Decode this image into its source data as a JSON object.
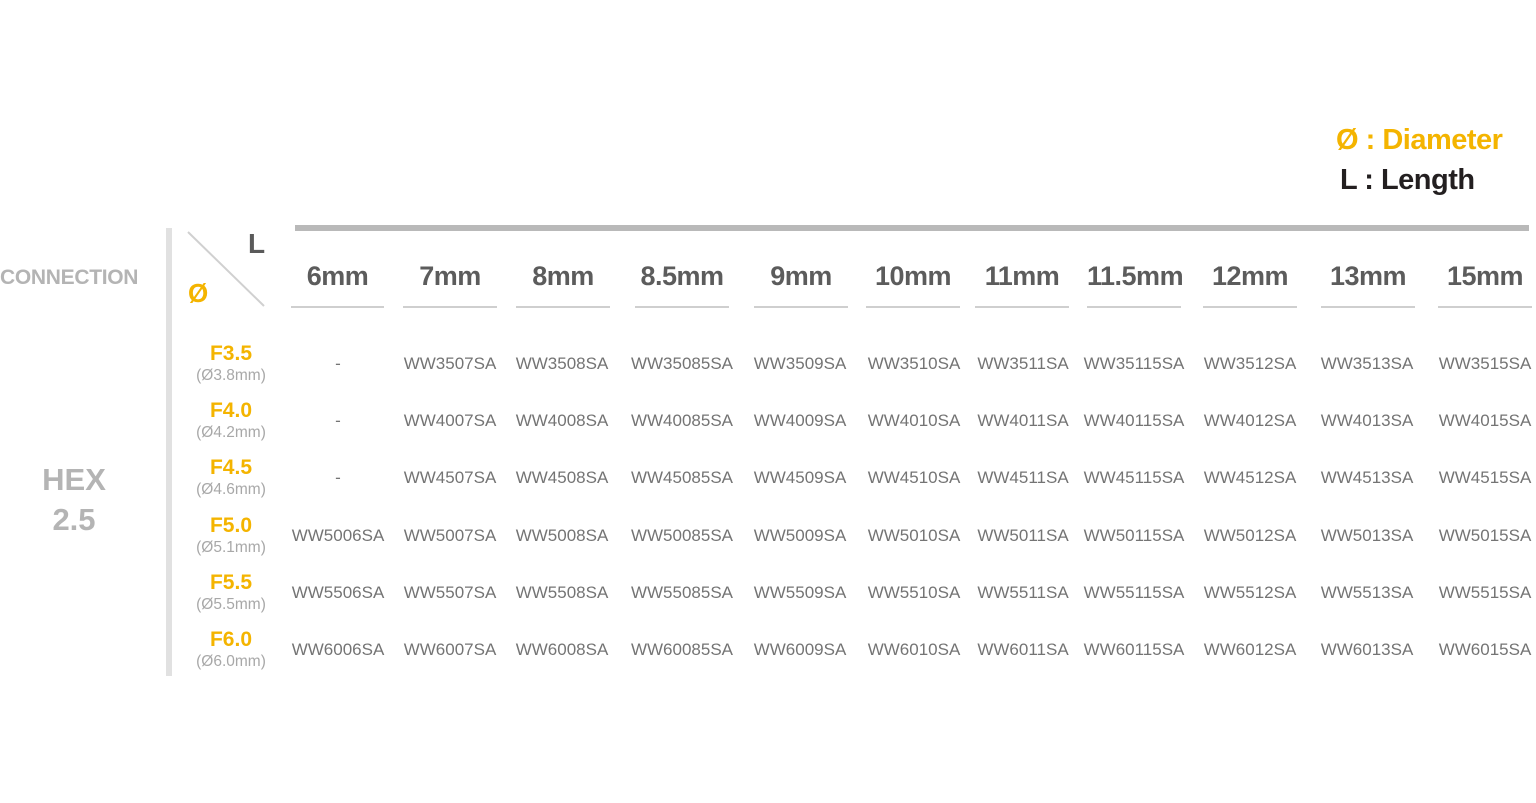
{
  "legend": {
    "diameter": "Ø : Diameter",
    "length": "L : Length"
  },
  "connection_label": "CONNECTION",
  "connection_type": {
    "line1": "HEX",
    "line2": "2.5"
  },
  "corner": {
    "length_symbol": "L",
    "diameter_symbol": "Ø"
  },
  "columns": [
    "6mm",
    "7mm",
    "8mm",
    "8.5mm",
    "9mm",
    "10mm",
    "11mm",
    "11.5mm",
    "12mm",
    "13mm",
    "15mm"
  ],
  "rows": [
    {
      "name": "F3.5",
      "diameter": "(Ø3.8mm)",
      "codes": [
        "-",
        "WW3507SA",
        "WW3508SA",
        "WW35085SA",
        "WW3509SA",
        "WW3510SA",
        "WW3511SA",
        "WW35115SA",
        "WW3512SA",
        "WW3513SA",
        "WW3515SA"
      ]
    },
    {
      "name": "F4.0",
      "diameter": "(Ø4.2mm)",
      "codes": [
        "-",
        "WW4007SA",
        "WW4008SA",
        "WW40085SA",
        "WW4009SA",
        "WW4010SA",
        "WW4011SA",
        "WW40115SA",
        "WW4012SA",
        "WW4013SA",
        "WW4015SA"
      ]
    },
    {
      "name": "F4.5",
      "diameter": "(Ø4.6mm)",
      "codes": [
        "-",
        "WW4507SA",
        "WW4508SA",
        "WW45085SA",
        "WW4509SA",
        "WW4510SA",
        "WW4511SA",
        "WW45115SA",
        "WW4512SA",
        "WW4513SA",
        "WW4515SA"
      ]
    },
    {
      "name": "F5.0",
      "diameter": "(Ø5.1mm)",
      "codes": [
        "WW5006SA",
        "WW5007SA",
        "WW5008SA",
        "WW50085SA",
        "WW5009SA",
        "WW5010SA",
        "WW5011SA",
        "WW50115SA",
        "WW5012SA",
        "WW5013SA",
        "WW5015SA"
      ]
    },
    {
      "name": "F5.5",
      "diameter": "(Ø5.5mm)",
      "codes": [
        "WW5506SA",
        "WW5507SA",
        "WW5508SA",
        "WW55085SA",
        "WW5509SA",
        "WW5510SA",
        "WW5511SA",
        "WW55115SA",
        "WW5512SA",
        "WW5513SA",
        "WW5515SA"
      ]
    },
    {
      "name": "F6.0",
      "diameter": "(Ø6.0mm)",
      "codes": [
        "WW6006SA",
        "WW6007SA",
        "WW6008SA",
        "WW60085SA",
        "WW6009SA",
        "WW6010SA",
        "WW6011SA",
        "WW60115SA",
        "WW6012SA",
        "WW6013SA",
        "WW6015SA"
      ]
    }
  ],
  "colors": {
    "accent": "#f4b400",
    "text_dark": "#231f20",
    "header_text": "#5c5c5c",
    "cell_text": "#747474",
    "muted": "#b4b4b4"
  }
}
